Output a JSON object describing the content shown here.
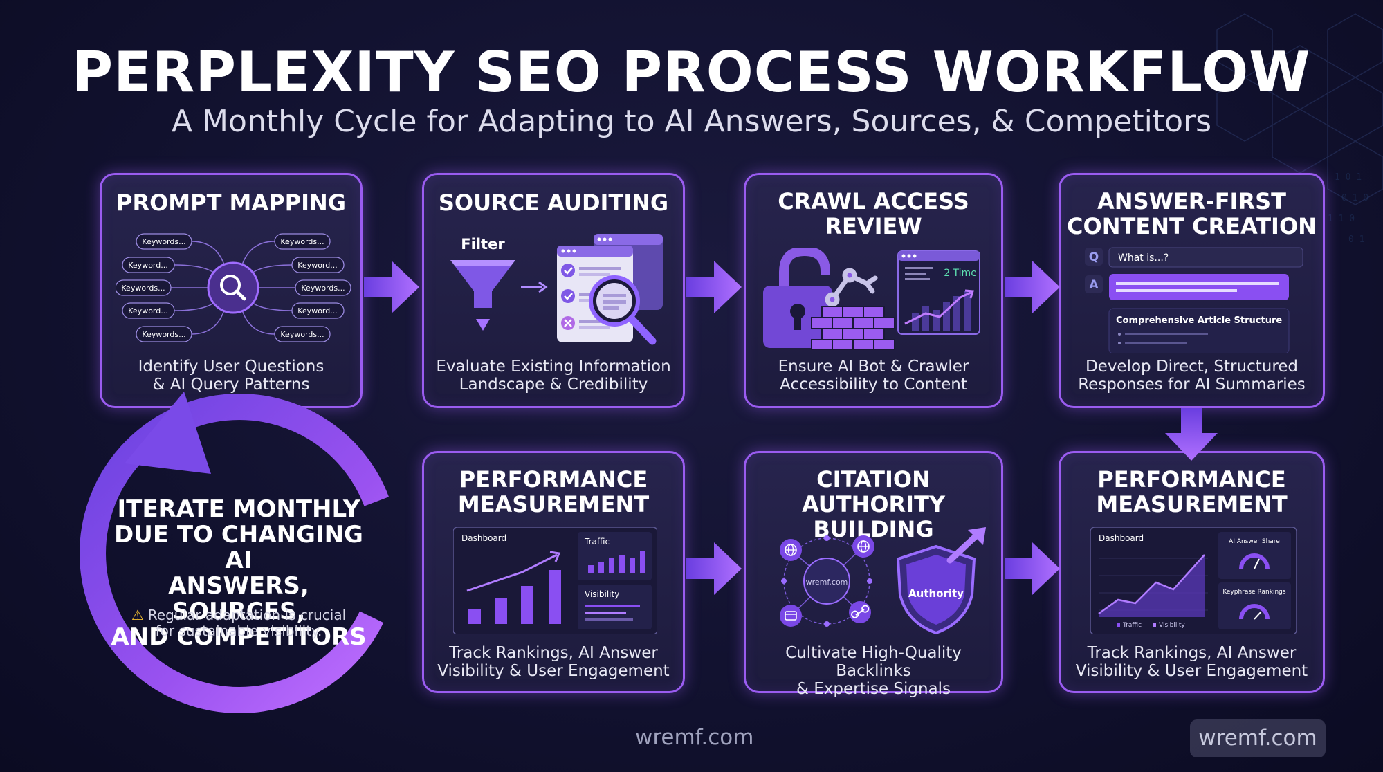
{
  "title": "PERPLEXITY SEO PROCESS WORKFLOW",
  "subtitle": "A Monthly Cycle for Adapting to AI Answers, Sources, & Competitors",
  "cards": {
    "prompt_mapping": {
      "title": "PROMPT MAPPING",
      "desc_line1": "Identify User Questions",
      "desc_line2": "& AI Query Patterns",
      "keywords": [
        "Keywords...",
        "Keyword...",
        "Keywords...",
        "Keyword...",
        "Keywords...",
        "Keywords...",
        "Keyword...",
        "Keywords...",
        "Keyword...",
        "Keywords..."
      ]
    },
    "source_auditing": {
      "title": "SOURCE AUDITING",
      "filter_label": "Filter",
      "desc_line1": "Evaluate Existing Information",
      "desc_line2": "Landscape & Credibility"
    },
    "crawl_access": {
      "title_line1": "CRAWL ACCESS",
      "title_line2": "REVIEW",
      "chart_label": "2 Time",
      "desc_line1": "Ensure AI Bot & Crawler",
      "desc_line2": "Accessibility to Content"
    },
    "answer_first": {
      "title_line1": "ANSWER-FIRST",
      "title_line2": "CONTENT CREATION",
      "q_label": "Q",
      "q_text": "What is...?",
      "a_label": "A",
      "structure_label": "Comprehensive Article Structure",
      "desc_line1": "Develop Direct, Structured",
      "desc_line2": "Responses for AI Summaries"
    },
    "performance_1": {
      "title_line1": "PERFORMANCE",
      "title_line2": "MEASUREMENT",
      "dashboard_label": "Dashboard",
      "traffic_label": "Traffic",
      "visibility_label": "Visibility",
      "desc_line1": "Track Rankings, AI Answer",
      "desc_line2": "Visibility & User Engagement"
    },
    "citation_authority": {
      "title_line1": "CITATION AUTHORITY",
      "title_line2": "BUILDING",
      "hub_label": "wremf.com",
      "shield_label": "Authority",
      "desc_line1": "Cultivate High-Quality Backlinks",
      "desc_line2": "& Expertise Signals"
    },
    "performance_2": {
      "title_line1": "PERFORMANCE",
      "title_line2": "MEASUREMENT",
      "dashboard_label": "Dashboard",
      "answer_share_label": "AI Answer Share",
      "keyphrase_label": "Keyphrase Rankings",
      "legend_traffic": "Traffic",
      "legend_visibility": "Visibility",
      "desc_line1": "Track Rankings, AI Answer",
      "desc_line2": "Visibility & User Engagement"
    }
  },
  "loop": {
    "line1": "ITERATE MONTHLY",
    "line2": "DUE TO CHANGING AI",
    "line3": "ANSWERS, SOURCES,",
    "line4": "AND COMPETITORS",
    "note_line1": "Regular adaptation is crucial",
    "note_line2": "for sustainable visibility.",
    "warning_icon": "⚠"
  },
  "watermarks": [
    "wremf.com",
    "wremf.com"
  ],
  "colors": {
    "accent": "#9a5cf0",
    "accent_light": "#c07cff",
    "card_bg": "#221f47",
    "background": "#121230"
  }
}
